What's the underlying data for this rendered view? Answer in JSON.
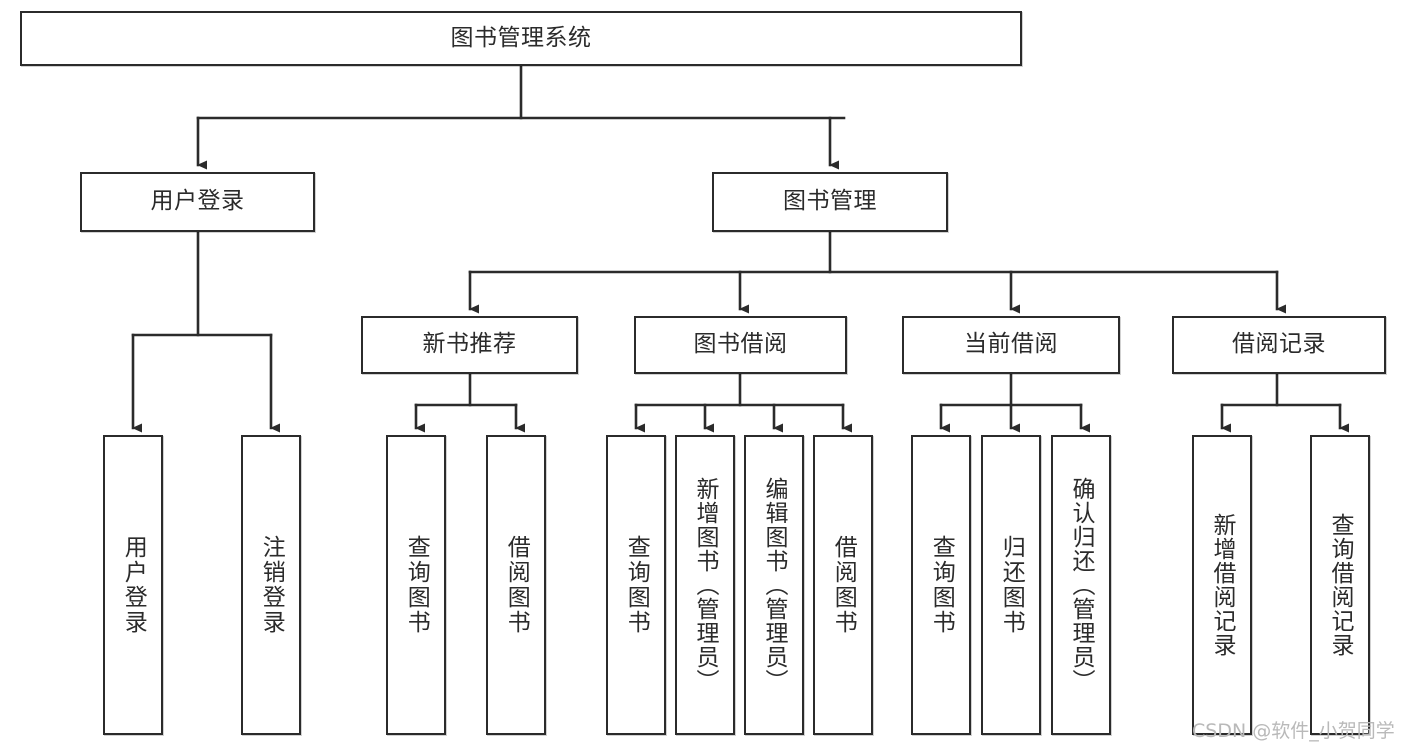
{
  "diagram": {
    "type": "tree",
    "title": "图书管理系统",
    "orientation": "top-down",
    "colors": {
      "stroke": "#2b2b2b",
      "fill": "#ffffff",
      "background": "#ffffff",
      "watermark": "#b9b9b9"
    },
    "root": {
      "label": "图书管理系统"
    },
    "level2": [
      {
        "label": "用户登录"
      },
      {
        "label": "图书管理"
      }
    ],
    "level3": [
      {
        "label": "新书推荐"
      },
      {
        "label": "图书借阅"
      },
      {
        "label": "当前借阅"
      },
      {
        "label": "借阅记录"
      }
    ],
    "leaves_user_login": [
      {
        "label": "用户登录"
      },
      {
        "label": "注销登录"
      }
    ],
    "leaves_new_books": [
      {
        "label": "查询图书"
      },
      {
        "label": "借阅图书"
      }
    ],
    "leaves_borrow": [
      {
        "label": "查询图书"
      },
      {
        "label": "新增图书（管理员）"
      },
      {
        "label": "编辑图书（管理员）"
      },
      {
        "label": "借阅图书"
      }
    ],
    "leaves_current": [
      {
        "label": "查询图书"
      },
      {
        "label": "归还图书"
      },
      {
        "label": "确认归还（管理员）"
      }
    ],
    "leaves_records": [
      {
        "label": "新增借阅记录"
      },
      {
        "label": "查询借阅记录"
      }
    ]
  },
  "watermark": {
    "text": "CSDN @软件_小贺同学"
  }
}
